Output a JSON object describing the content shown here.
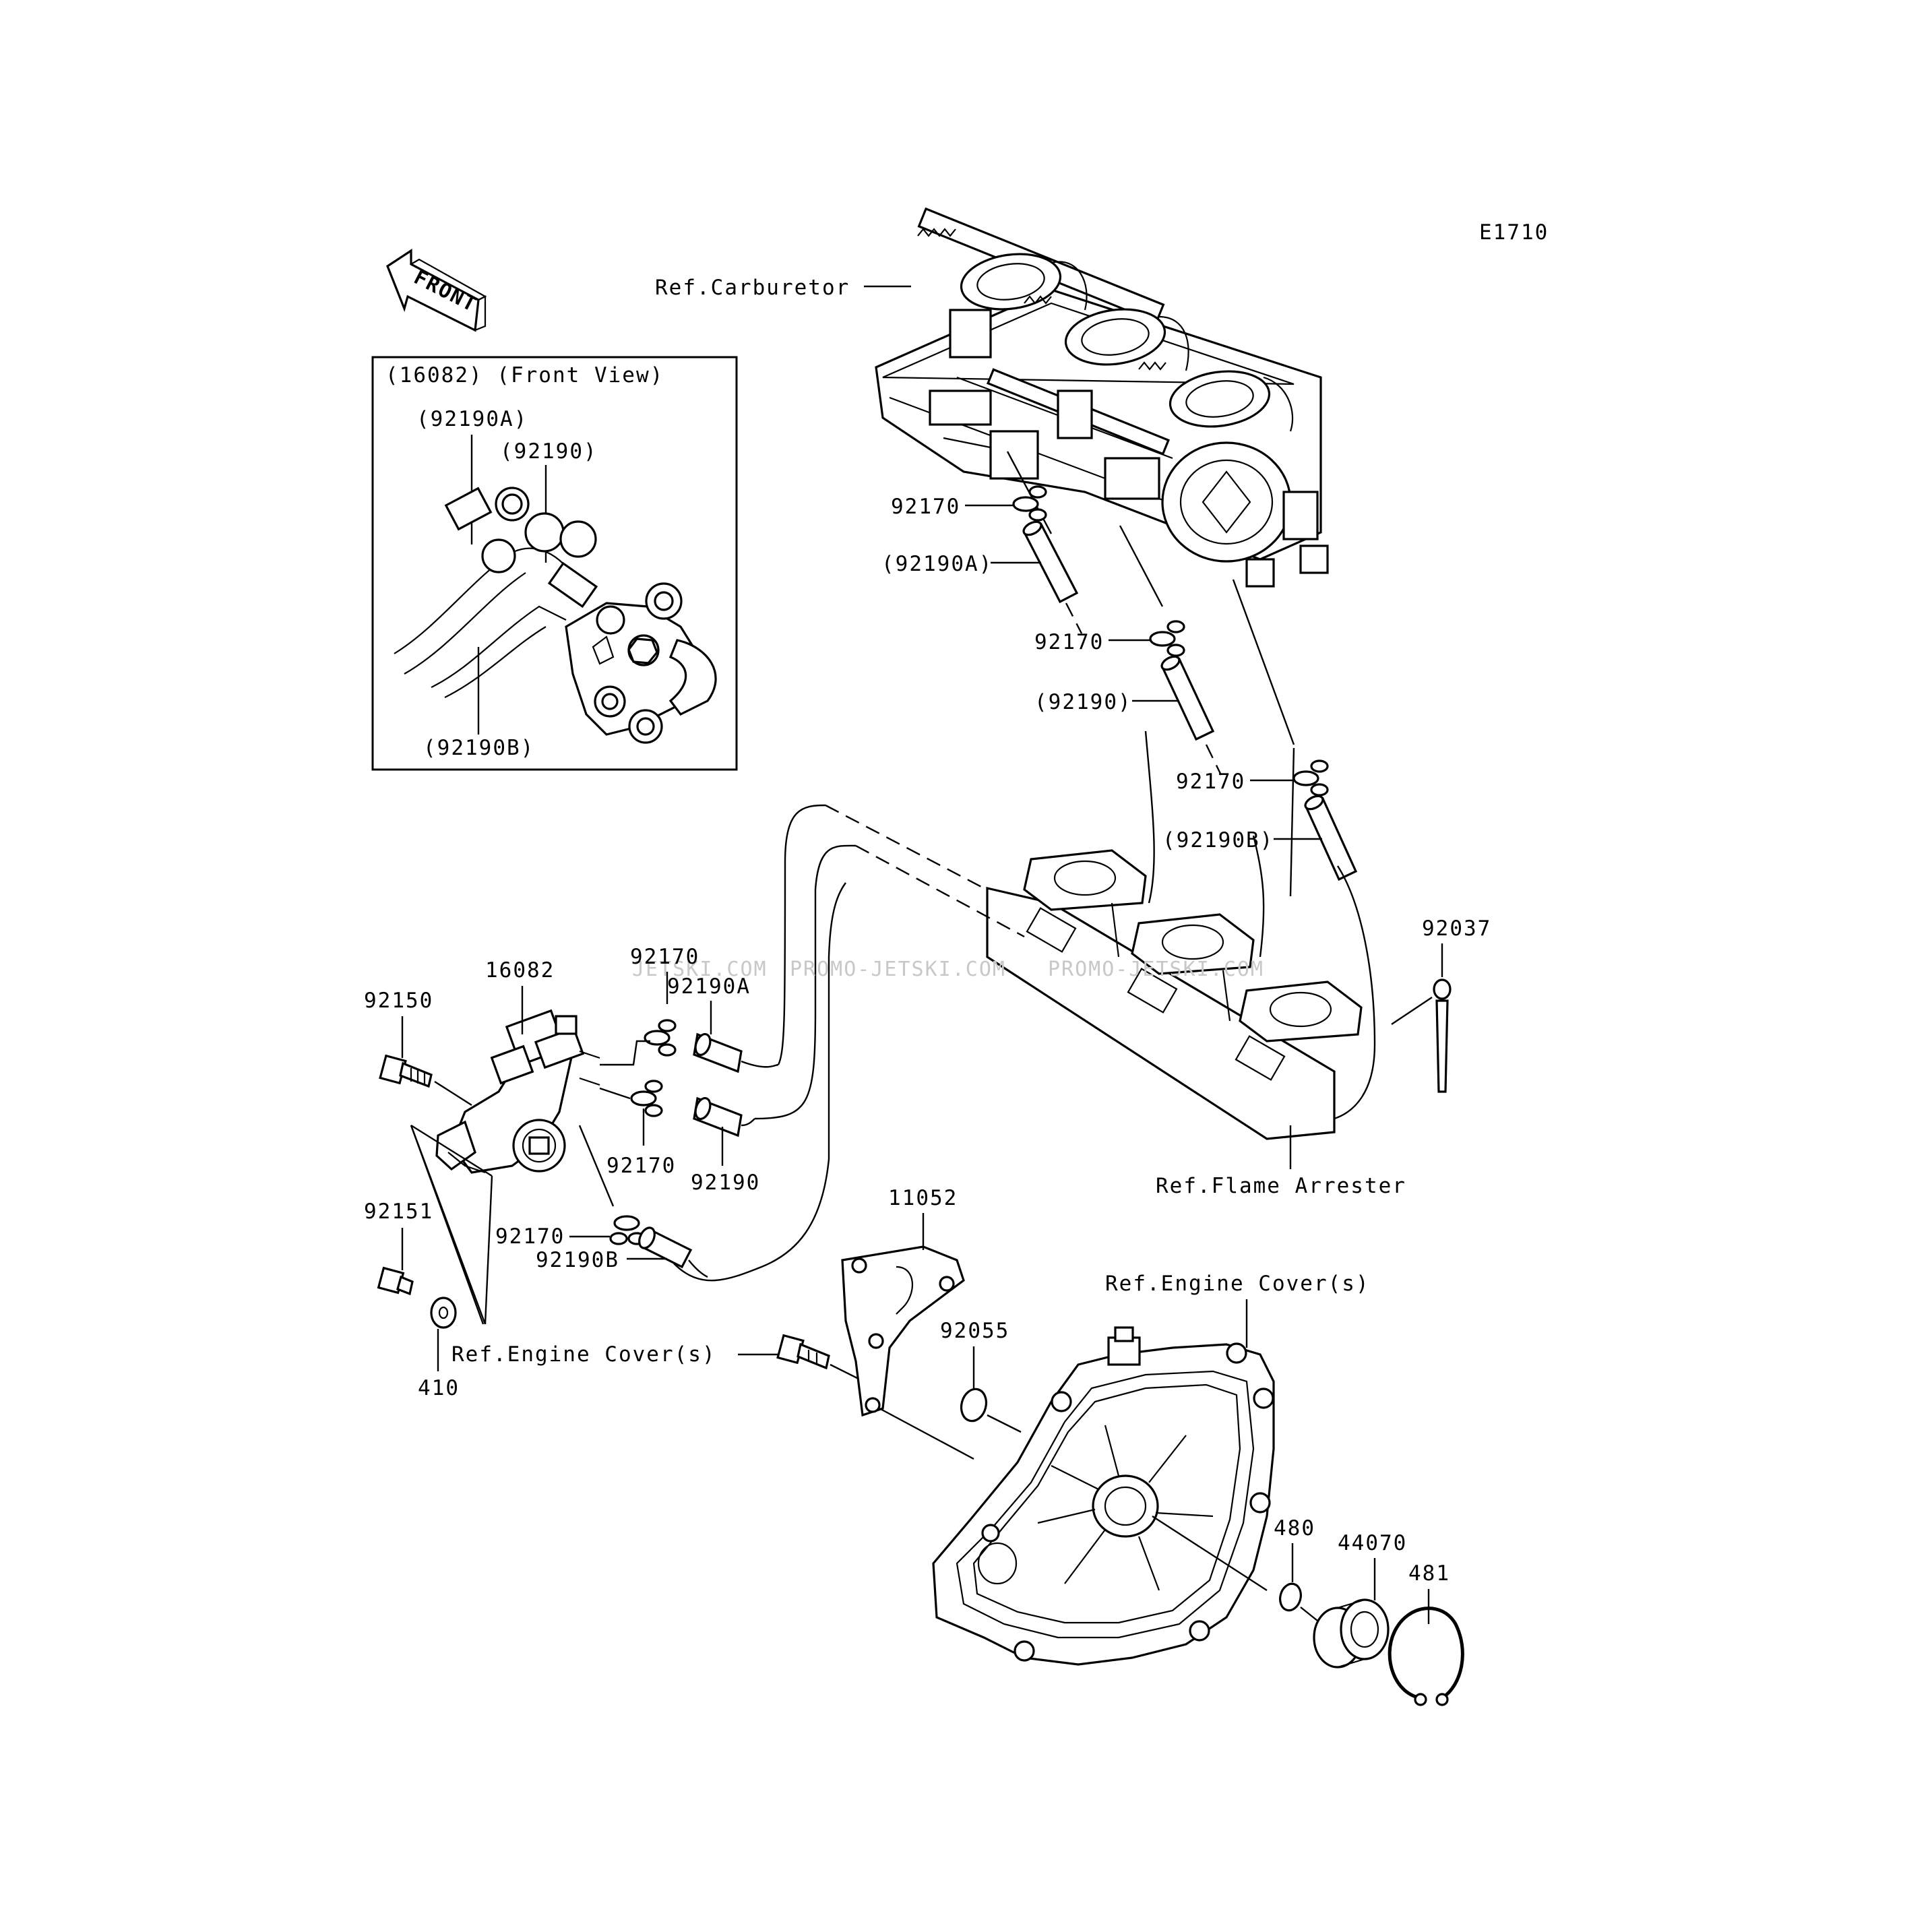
{
  "diagram_code": "E1710",
  "front_arrow": "FRONT",
  "inset": {
    "title": "(16082)  (Front View)",
    "labels": [
      "(92190A)",
      "(92190)",
      "(92190B)"
    ]
  },
  "watermark": {
    "segments": [
      "JETSKI.COM",
      "PROMO-JETSKI.COM",
      "PROMO-JETSKI.COM"
    ]
  },
  "labels": {
    "ref_carburetor": "Ref.Carburetor",
    "ref_flame_arrester": "Ref.Flame Arrester",
    "ref_engine_cover_right": "Ref.Engine Cover(s)",
    "ref_engine_cover_left": "Ref.Engine Cover(s)",
    "p92170_a": "92170",
    "p92190a_paren": "(92190A)",
    "p92170_b": "92170",
    "p92190_paren": "(92190)",
    "p92170_c": "92170",
    "p92190b_paren": "(92190B)",
    "p92037": "92037",
    "p16082": "16082",
    "p92150": "92150",
    "p92170_d": "92170",
    "p92190a": "92190A",
    "p92170_e": "92170",
    "p92190": "92190",
    "p92170_f": "92170",
    "p92190b": "92190B",
    "p92151": "92151",
    "p410": "410",
    "p11052": "11052",
    "p92055": "92055",
    "p480": "480",
    "p44070": "44070",
    "p481": "481"
  }
}
